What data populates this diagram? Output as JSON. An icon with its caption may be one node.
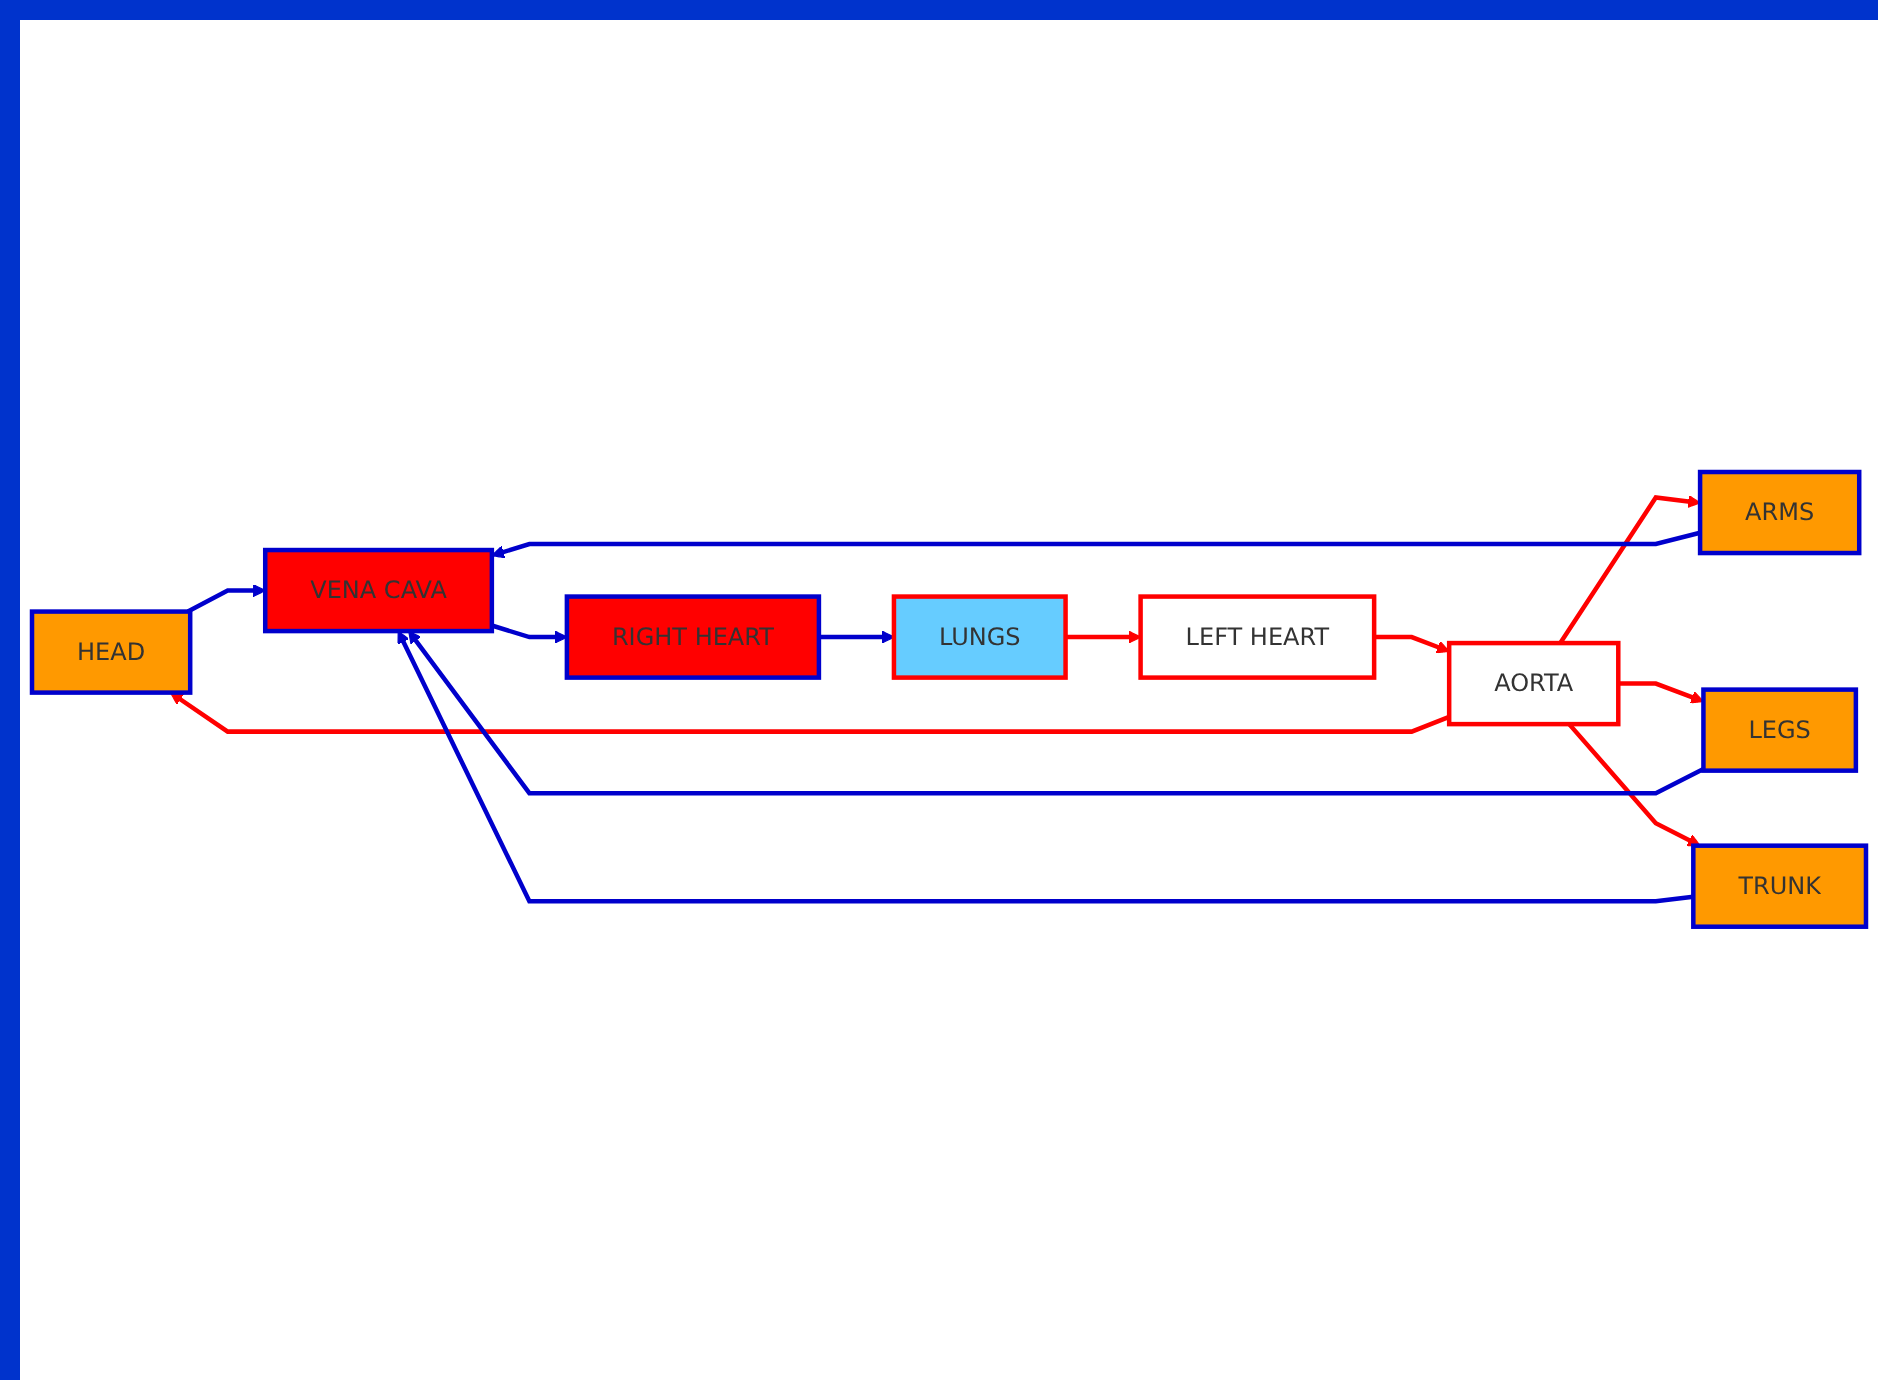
{
  "diagram": {
    "nodes": [
      {
        "text": [
          "HEAD"
        ]
      },
      {
        "text": [
          "ARMS"
        ]
      },
      {
        "text": [
          "VENA CAVA"
        ]
      },
      {
        "text": [
          "RIGHT HEART"
        ]
      },
      {
        "text": [
          "LUNGS"
        ]
      },
      {
        "text": [
          "LEFT HEART"
        ]
      },
      {
        "text": [
          "AORTA"
        ]
      },
      {
        "text": [
          "LEGS"
        ]
      },
      {
        "text": [
          "TRUNK"
        ]
      }
    ],
    "edges": [
      {
        "from": 6,
        "to": 0,
        "arrow": "to",
        "color": "#ff0000"
      },
      {
        "from": 6,
        "to": 1,
        "arrow": "to",
        "color": "#ff0000"
      },
      {
        "from": 6,
        "to": 7,
        "arrow": "to",
        "color": "#ff0000"
      },
      {
        "from": 6,
        "to": 8,
        "arrow": "to",
        "color": "#ff0000"
      },
      {
        "from": 0,
        "to": 2,
        "arrow": "to",
        "color": "#0000cc"
      },
      {
        "from": 1,
        "to": 2,
        "arrow": "to",
        "color": "#0000cc"
      },
      {
        "from": 7,
        "to": 2,
        "arrow": "to",
        "color": "#0000cc"
      },
      {
        "from": 8,
        "to": 2,
        "arrow": "to",
        "color": "#0000cc"
      },
      {
        "from": 2,
        "to": 3,
        "arrow": "to",
        "color": "#0000cc"
      },
      {
        "from": 3,
        "to": 4,
        "arrow": "to",
        "color": "#0000cc"
      },
      {
        "from": 4,
        "to": 5,
        "arrow": "to",
        "color": "#ff0000"
      },
      {
        "from": 5,
        "to": 6,
        "arrow": "to",
        "color": "#ff0000"
      }
    ]
  }
}
